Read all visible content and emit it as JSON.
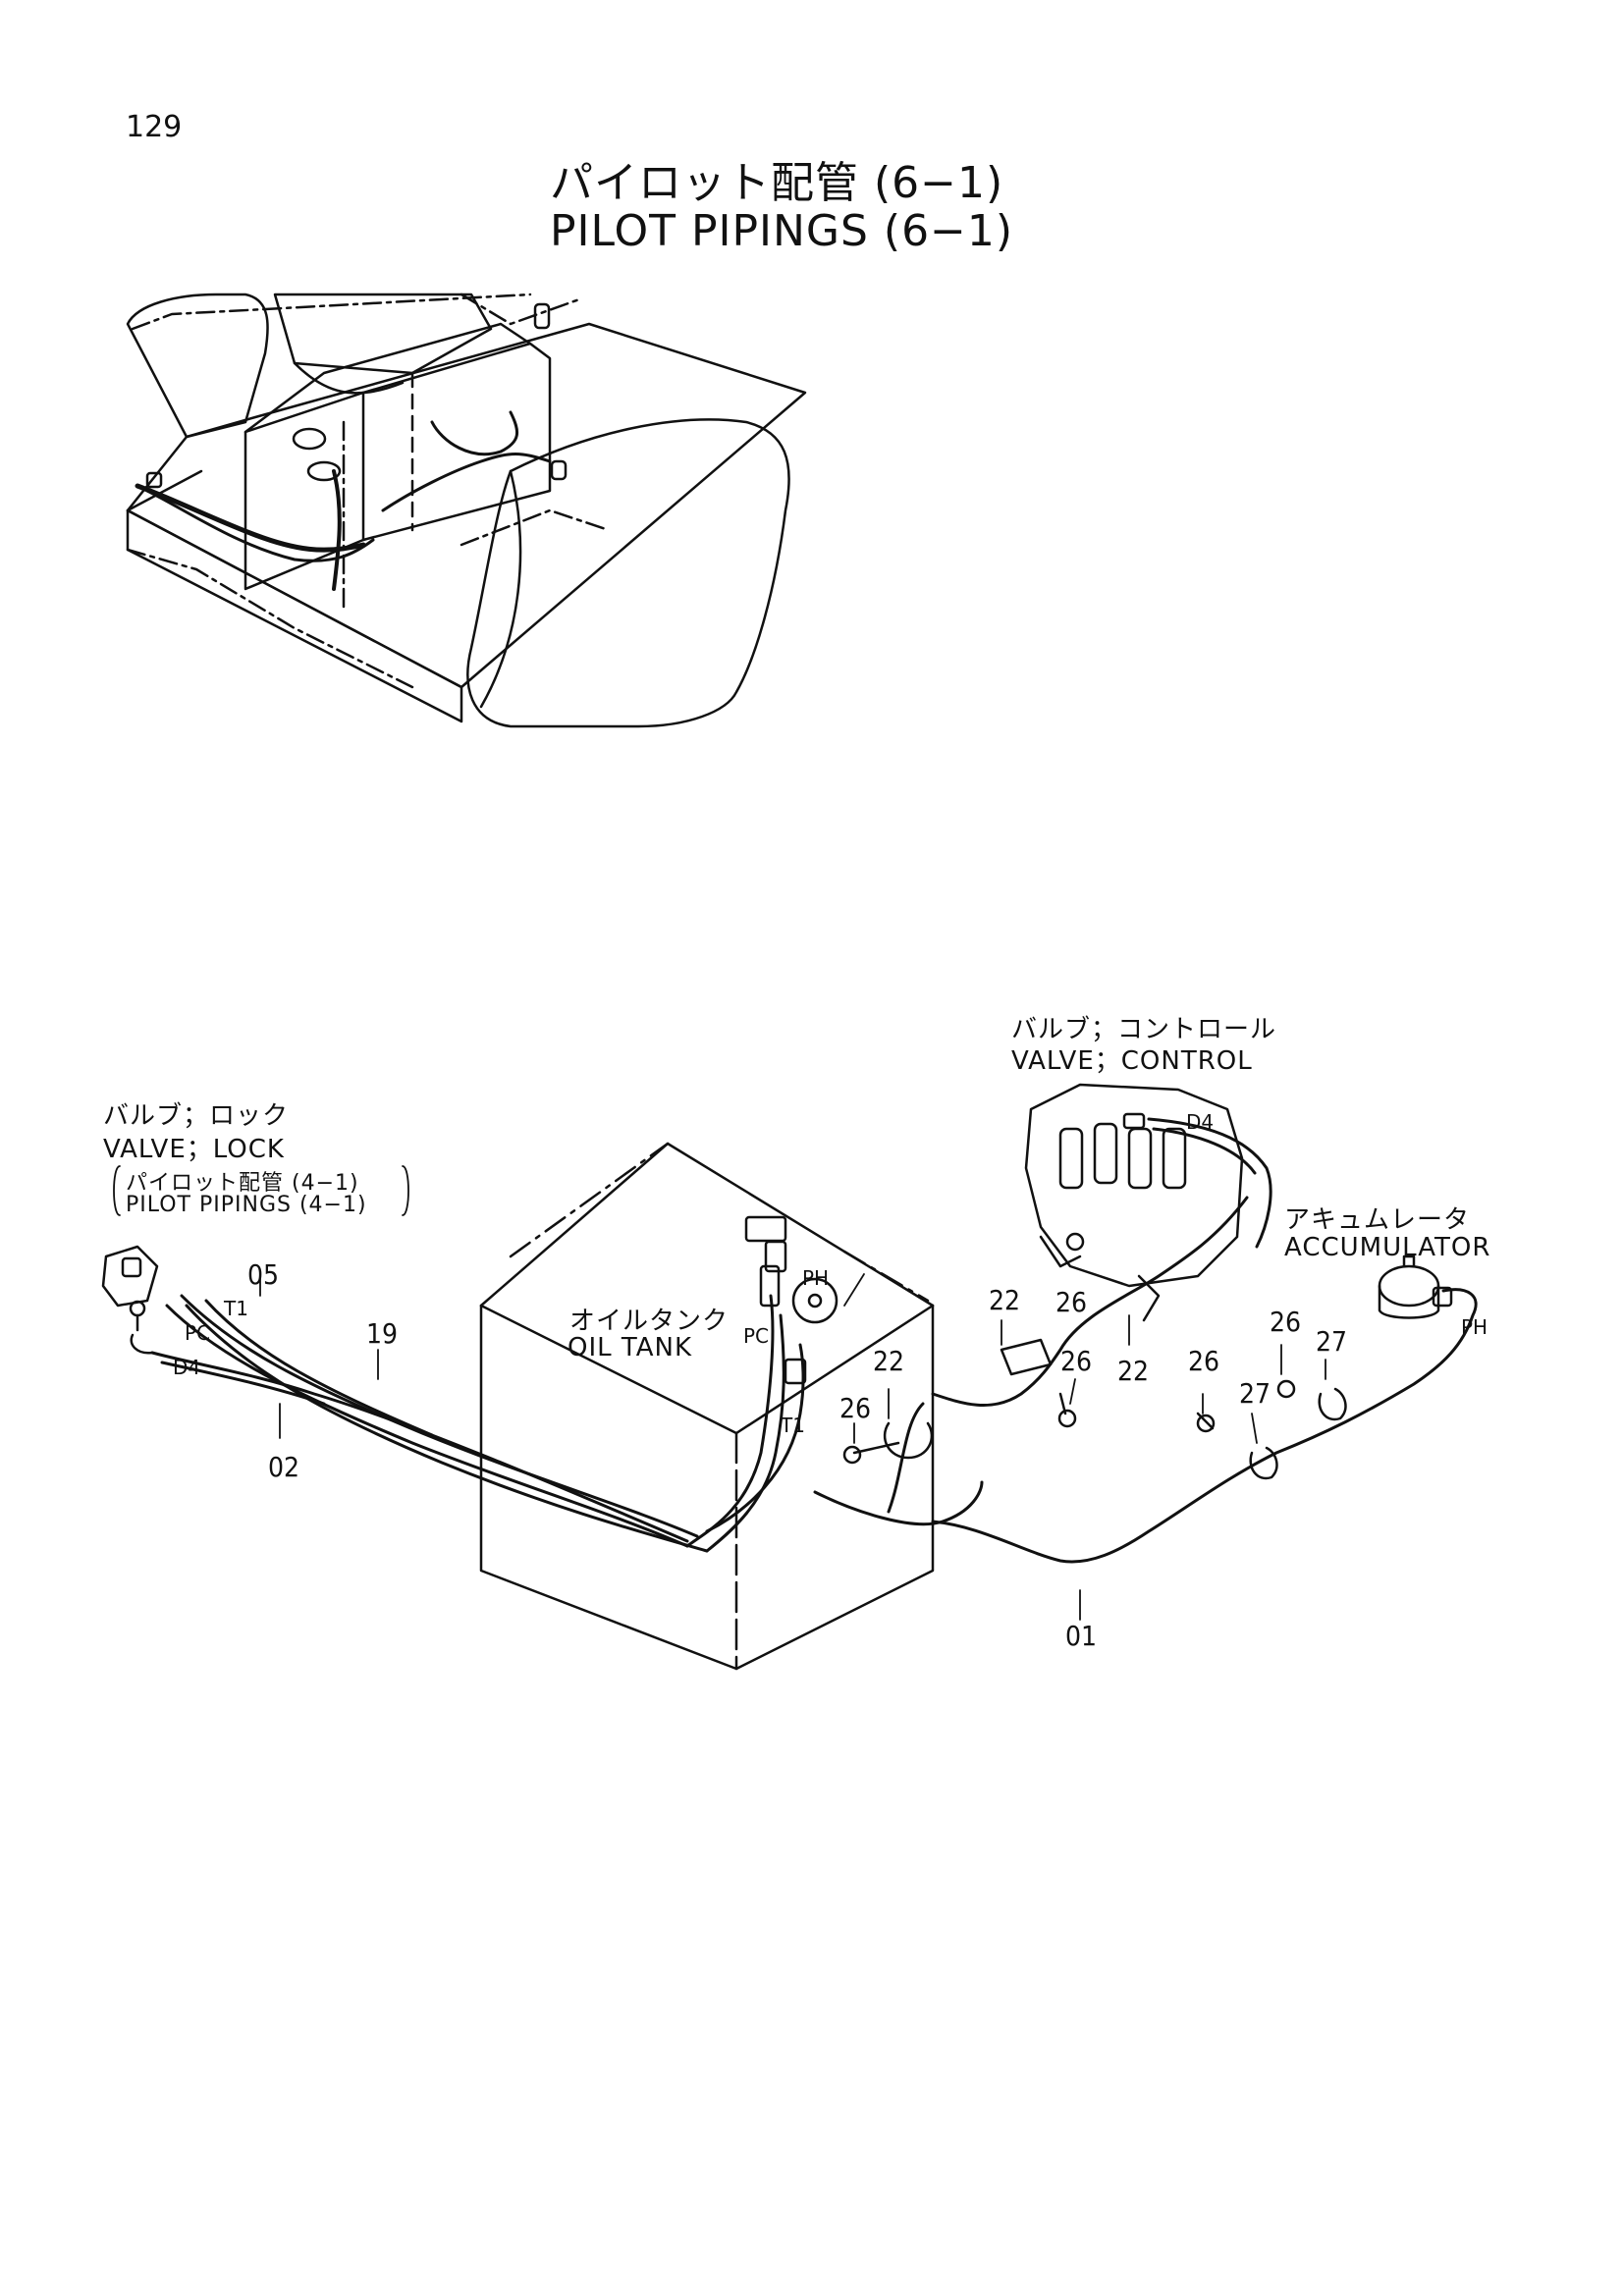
{
  "page_number": "129",
  "title_jp": "パイロット配管 (6−1)",
  "title_en": "PILOT PIPINGS (6−1)",
  "labels": {
    "valve_lock_jp": "バルブ；ロック",
    "valve_lock_en": "VALVE；LOCK",
    "pilot_ref_jp": "パイロット配管 (4−1)",
    "pilot_ref_en": "PILOT PIPINGS (4−1)",
    "valve_control_jp": "バルブ；コントロール",
    "valve_control_en": "VALVE；CONTROL",
    "accumulator_jp": "アキュムレータ",
    "accumulator_en": "ACCUMULATOR",
    "oil_tank_jp": "オイルタンク",
    "oil_tank_en": "OIL TANK"
  },
  "port_labels": {
    "t1_lock": "T1",
    "pc_lock": "PC",
    "d4_lock": "D4",
    "ph_tank": "PH",
    "pc_tank": "PC",
    "t1_tank": "T1",
    "d4_control": "D4",
    "ph_accumulator": "PH"
  },
  "part_numbers": {
    "p05": "05",
    "p19": "19",
    "p02": "02",
    "p01": "01",
    "p22a": "22",
    "p22b": "22",
    "p22c": "22",
    "p26a": "26",
    "p26b": "26",
    "p26c": "26",
    "p26d": "26",
    "p26e": "26",
    "p27a": "27",
    "p27b": "27"
  }
}
